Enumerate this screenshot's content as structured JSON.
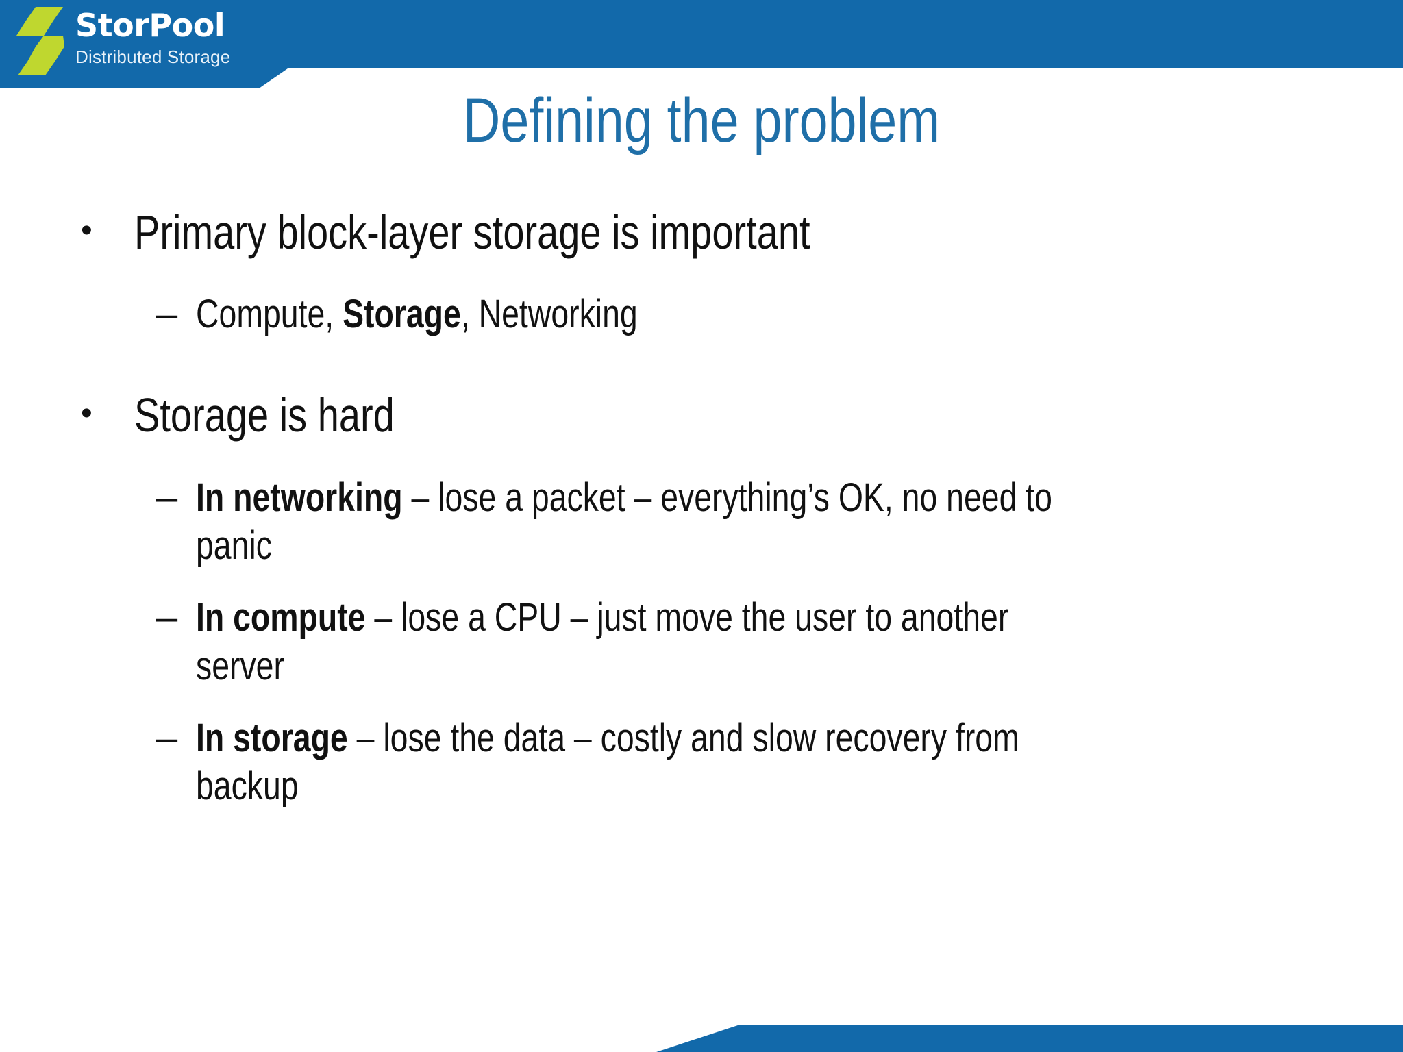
{
  "brand": {
    "name": "StorPool",
    "tagline": "Distributed Storage",
    "logo_icon": "storpool-s-logo",
    "band_color": "#1269AA",
    "logo_mark_color": "#BFD72F"
  },
  "slide": {
    "title": "Defining the problem",
    "title_color": "#1F6FA8",
    "background_color": "#FFFFFF",
    "text_color": "#111111"
  },
  "content": {
    "bullets": [
      {
        "marker": "•",
        "text": "Primary block-layer storage is important",
        "level": 1,
        "children": [
          {
            "marker": "–",
            "level": 2,
            "parts": [
              {
                "text": "Compute, ",
                "bold": false
              },
              {
                "text": "Storage",
                "bold": true
              },
              {
                "text": ", Networking",
                "bold": false
              }
            ]
          }
        ]
      },
      {
        "marker": "•",
        "text": "Storage is hard",
        "level": 1,
        "children": [
          {
            "marker": "–",
            "level": 2,
            "parts": [
              {
                "text": "In networking",
                "bold": true
              },
              {
                "text": " – lose a packet – everything’s OK, no need to panic",
                "bold": false
              }
            ]
          },
          {
            "marker": "–",
            "level": 2,
            "parts": [
              {
                "text": "In compute",
                "bold": true
              },
              {
                "text": " – lose a CPU – just move the user to another server",
                "bold": false
              }
            ]
          },
          {
            "marker": "–",
            "level": 2,
            "parts": [
              {
                "text": "In storage",
                "bold": true
              },
              {
                "text": " – lose the data – costly and slow recovery from backup",
                "bold": false
              }
            ]
          }
        ]
      }
    ]
  },
  "footer": {
    "accent_color": "#1269AA"
  }
}
